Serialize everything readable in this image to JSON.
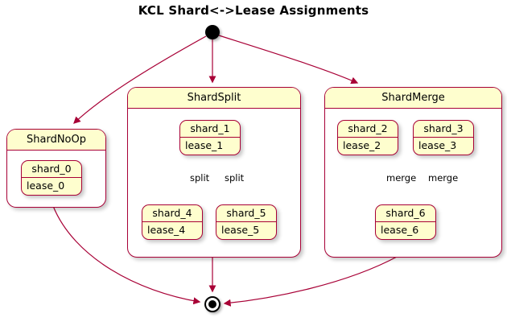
{
  "diagram": {
    "title": "KCL Shard<->Lease Assignments",
    "type": "uml-state-diagram",
    "colors": {
      "state_fill": "#FEFECE",
      "border": "#A80036",
      "arrow": "#A80036",
      "composite_body": "#FFFFFF",
      "text": "#000000",
      "terminal": "#000000"
    },
    "composites": [
      {
        "name": "ShardNoOp",
        "states": [
          {
            "name": "shard_0",
            "lease": "lease_0"
          }
        ]
      },
      {
        "name": "ShardSplit",
        "states": [
          {
            "name": "shard_1",
            "lease": "lease_1"
          },
          {
            "name": "shard_4",
            "lease": "lease_4"
          },
          {
            "name": "shard_5",
            "lease": "lease_5"
          }
        ]
      },
      {
        "name": "ShardMerge",
        "states": [
          {
            "name": "shard_2",
            "lease": "lease_2"
          },
          {
            "name": "shard_3",
            "lease": "lease_3"
          },
          {
            "name": "shard_6",
            "lease": "lease_6"
          }
        ]
      }
    ],
    "transitions": [
      {
        "from": "start",
        "to": "ShardNoOp",
        "label": ""
      },
      {
        "from": "start",
        "to": "ShardSplit",
        "label": ""
      },
      {
        "from": "start",
        "to": "ShardMerge",
        "label": ""
      },
      {
        "from": "shard_1",
        "to": "shard_4",
        "label": "split"
      },
      {
        "from": "shard_1",
        "to": "shard_5",
        "label": "split"
      },
      {
        "from": "shard_2",
        "to": "shard_6",
        "label": "merge"
      },
      {
        "from": "shard_3",
        "to": "shard_6",
        "label": "merge"
      },
      {
        "from": "ShardNoOp",
        "to": "end",
        "label": ""
      },
      {
        "from": "ShardSplit",
        "to": "end",
        "label": ""
      },
      {
        "from": "ShardMerge",
        "to": "end",
        "label": ""
      }
    ]
  }
}
